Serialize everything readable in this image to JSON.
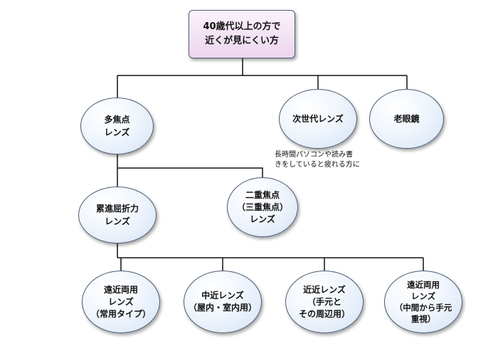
{
  "diagram": {
    "root": "40歳代以上の方で\n近くが見にくい方",
    "level1": {
      "multifocal": "多焦点\nレンズ",
      "next_gen": "次世代レンズ",
      "reading": "老眼鏡"
    },
    "next_gen_note": "長時間パソコンや読み書\nきをしていると疲れる方に",
    "level2": {
      "progressive": "累進屈折力\nレンズ",
      "bifocal": "二重焦点\n（三重焦点）\nレンズ"
    },
    "level3": [
      "遠近両用\nレンズ\n（常用タイプ）",
      "中近レンズ\n（屋内・室内用）",
      "近近レンズ\n（手元と\nその周辺用）",
      "遠近両用\nレンズ\n（中間から手元\n重視）"
    ]
  },
  "colors": {
    "root_fill_top": "#fbf2fb",
    "root_fill_bottom": "#ecd6ee",
    "ellipse_fill": "#d4e2f3",
    "node_border": "#4d5d72",
    "connector": "#111111"
  }
}
